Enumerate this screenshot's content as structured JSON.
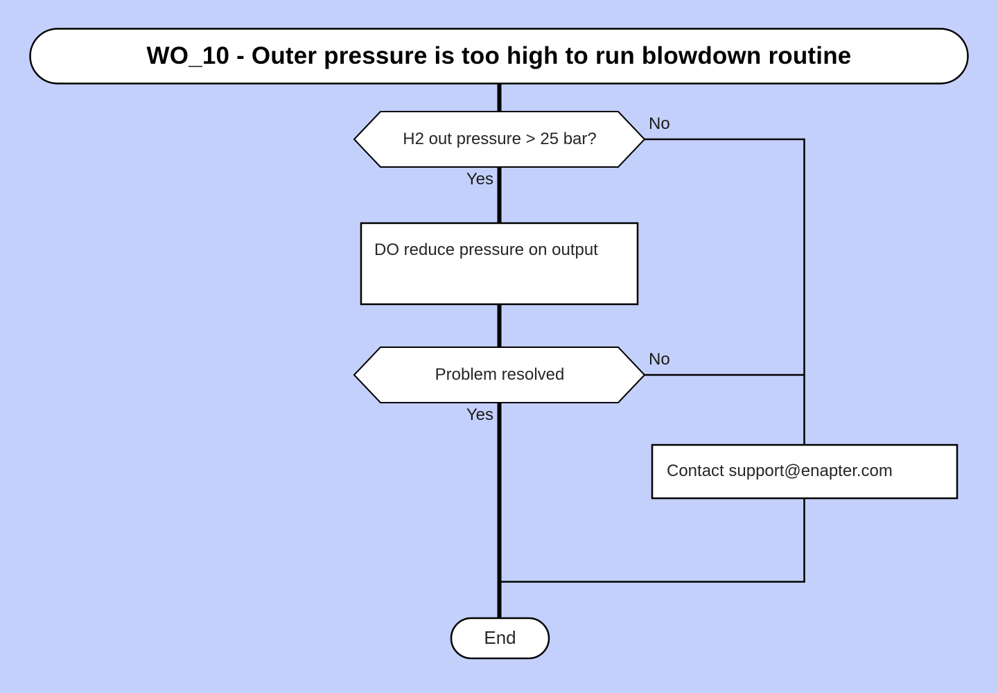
{
  "colors": {
    "background": "#c3d0fb",
    "node_fill": "#ffffff",
    "stroke": "#000000",
    "text": "#262626"
  },
  "title": {
    "label": "WO_10 - Outer pressure is too high to run blowdown routine"
  },
  "flow": {
    "decision_h2_pressure": {
      "type": "decision",
      "label": "H2 out pressure > 25 bar?",
      "yes_label": "Yes",
      "no_label": "No"
    },
    "process_reduce_pressure": {
      "type": "process",
      "label": "DO reduce pressure on output"
    },
    "decision_problem_resolved": {
      "type": "decision",
      "label": "Problem resolved",
      "yes_label": "Yes",
      "no_label": "No"
    },
    "process_contact_support": {
      "type": "process",
      "label": "Contact support@enapter.com"
    },
    "end_node": {
      "type": "terminator",
      "label": "End"
    }
  }
}
